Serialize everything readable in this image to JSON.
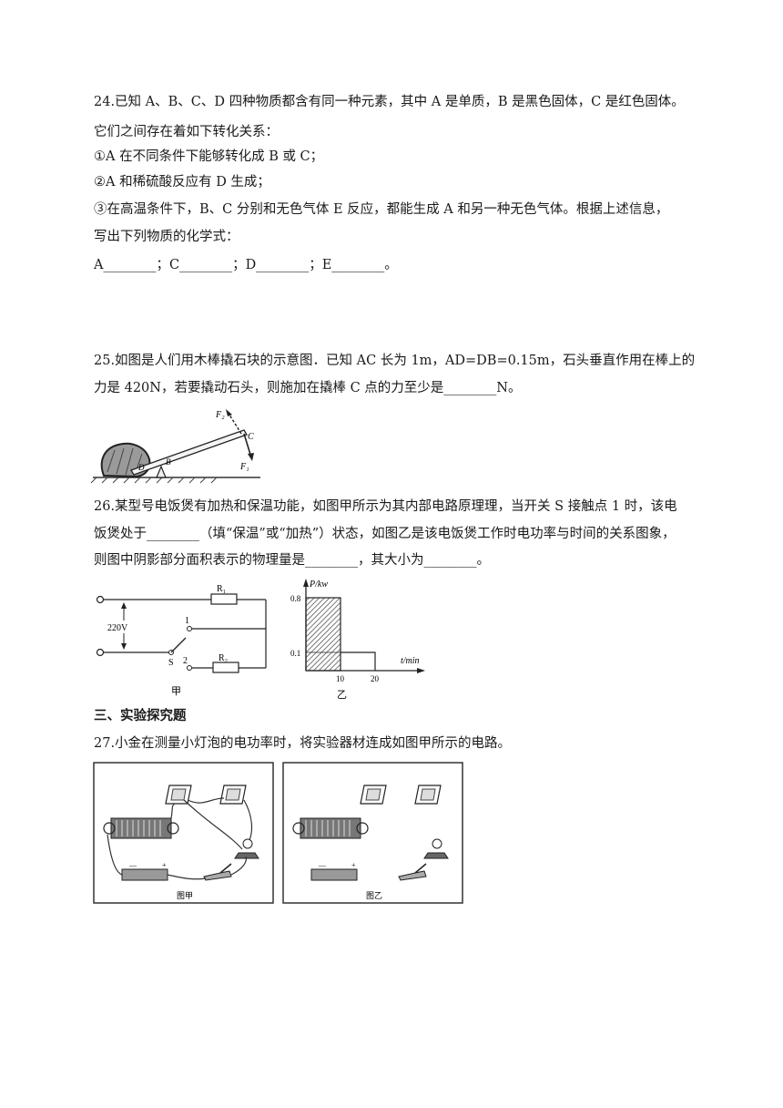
{
  "q24": {
    "l1": "24.已知 A、B、C、D 四种物质都含有同一种元素，其中 A 是单质，B 是黑色固体，C 是红色固体。",
    "l2": "它们之间存在着如下转化关系：",
    "l3": "①A 在不同条件下能够转化成 B 或 C；",
    "l4": "②A 和稀硫酸反应有 D 生成；",
    "l5": "③在高温条件下，B、C 分别和无色气体 E 反应，都能生成 A 和另一种无色气体。根据上述信息，",
    "l6": "写出下列物质的化学式：",
    "l7": "A________；C________；D________；E________。"
  },
  "q25": {
    "l1": "25.如图是人们用木棒撬石块的示意图．已知 AC 长为 1m，AD=DB=0.15m，石头垂直作用在棒上的",
    "l2": "力是 420N，若要撬动石头，则施加在撬棒 C 点的力至少是________N。",
    "labels": {
      "f2": "F₂",
      "f1": "F₁",
      "c": "C",
      "d": "D",
      "b": "B"
    }
  },
  "q26": {
    "l1": "26.某型号电饭煲有加热和保温功能，如图甲所示为其内部电路原理理，当开关 S 接触点 1 时，该电",
    "l2": "饭煲处于________（填“保温”或“加热”）状态，如图乙是该电饭煲工作时电功率与时间的关系图象，",
    "l3": "则图中阴影部分面积表示的物理量是________，其大小为________。",
    "circuit": {
      "r1": "R₁",
      "r2": "R₂",
      "voltage": "220V",
      "p1": "1",
      "p2": "2",
      "s": "S",
      "caption": "甲"
    },
    "graph": {
      "ylabel": "P/kw",
      "xlabel": "t/min",
      "y_hi": "0.8",
      "y_lo": "0.1",
      "x1": "10",
      "x2": "20",
      "caption": "乙"
    }
  },
  "section3": {
    "title": "三、实验探究题"
  },
  "q27": {
    "l1": "27.小金在测量小灯泡的电功率时，将实验器材连成如图甲所示的电路。",
    "caption_a": "图甲",
    "caption_b": "图乙"
  }
}
